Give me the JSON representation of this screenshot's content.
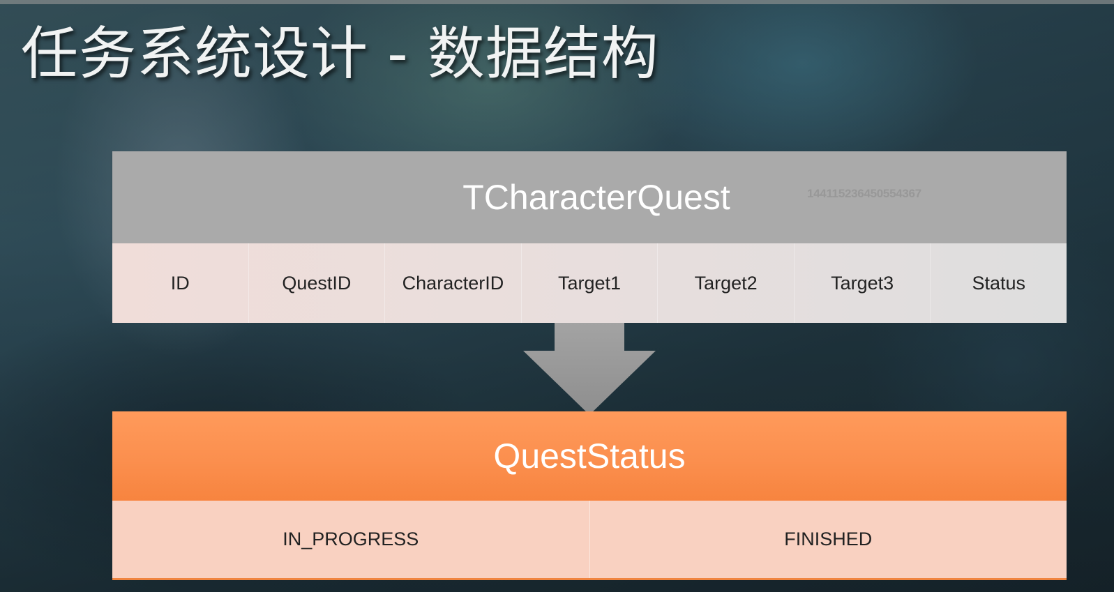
{
  "slide": {
    "title": "任务系统设计 - 数据结构",
    "watermark": "144115236450554367"
  },
  "table_character_quest": {
    "title": "TCharacterQuest",
    "columns": [
      "ID",
      "QuestID",
      "CharacterID",
      "Target1",
      "Target2",
      "Target3",
      "Status"
    ]
  },
  "table_quest_status": {
    "title": "QuestStatus",
    "values": [
      "IN_PROGRESS",
      "FINISHED"
    ]
  },
  "colors": {
    "header_gray": "#aaaaaa",
    "row_light": "#e8dedd",
    "accent_orange": "#fb8f4e",
    "row_orange_light": "#f9d1c1",
    "arrow_gray": "#9a9a9a"
  },
  "icons": {
    "arrow": "arrow-down-icon"
  }
}
